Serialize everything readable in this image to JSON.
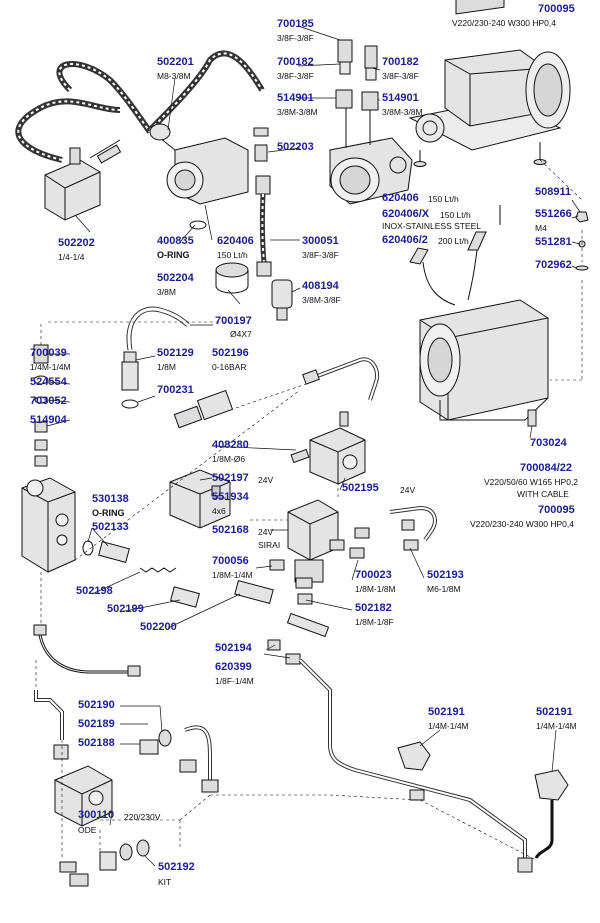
{
  "colors": {
    "code": "#1a1f8f",
    "line": "#111111",
    "part_fill": "#e4e4e4",
    "part_dark": "#bdbdbd"
  },
  "labels": {
    "700095_top": {
      "code": "700095",
      "sub": "V220/230-240 W300 HP0,4"
    },
    "700185": {
      "code": "700185",
      "sub": "3/8F-3/8F"
    },
    "502201": {
      "code": "502201",
      "sub": "M8-3/8M"
    },
    "700182_a": {
      "code": "700182",
      "sub": "3/8F-3/8F"
    },
    "700182_b": {
      "code": "700182",
      "sub": "3/8F-3/8F"
    },
    "514901_a": {
      "code": "514901",
      "sub": "3/8M-3/8M"
    },
    "514901_b": {
      "code": "514901",
      "sub": "3/8M-3/8M"
    },
    "502203": {
      "code": "502203"
    },
    "620406_top": {
      "code": "620406",
      "sub": "150 Lt/h"
    },
    "620406x": {
      "code": "620406/X",
      "sub": "150 Lt/h",
      "sub2": "INOX-STAINLESS STEEL"
    },
    "620406_2": {
      "code": "620406/2",
      "sub": "200 Lt/h"
    },
    "508911": {
      "code": "508911"
    },
    "551266": {
      "code": "551266",
      "sub": "M4"
    },
    "551281": {
      "code": "551281"
    },
    "702962": {
      "code": "702962"
    },
    "502202": {
      "code": "502202",
      "sub": "1/4-1/4"
    },
    "400835": {
      "code": "400835",
      "sub": "O-RING"
    },
    "620406_mid": {
      "code": "620406",
      "sub": "150 Lt/h"
    },
    "300051": {
      "code": "300051",
      "sub": "3/8F-3/8F"
    },
    "502204": {
      "code": "502204",
      "sub": "3/8M"
    },
    "408194": {
      "code": "408194",
      "sub": "3/8M-3/8F"
    },
    "700197": {
      "code": "700197",
      "sub": "Ø4X7"
    },
    "700039": {
      "code": "700039",
      "sub": "1/4M-1/4M"
    },
    "524554": {
      "code": "524554"
    },
    "703052": {
      "code": "703052"
    },
    "514904": {
      "code": "514904"
    },
    "502129": {
      "code": "502129",
      "sub": "1/8M"
    },
    "502196": {
      "code": "502196",
      "sub": "0-16BAR"
    },
    "700231": {
      "code": "700231"
    },
    "408280": {
      "code": "408280",
      "sub": "1/8M-Ø6"
    },
    "502197": {
      "code": "502197",
      "sub": "24V"
    },
    "551934": {
      "code": "551934",
      "sub": "4x6"
    },
    "502195": {
      "code": "502195",
      "sub": "24V"
    },
    "530138": {
      "code": "530138",
      "sub": "O-RING"
    },
    "502133": {
      "code": "502133"
    },
    "502168": {
      "code": "502168",
      "sub": "24V",
      "sub2": "SIRAI"
    },
    "700056": {
      "code": "700056",
      "sub": "1/8M-1/4M"
    },
    "700023": {
      "code": "700023",
      "sub": "1/8M-1/8M"
    },
    "502193": {
      "code": "502193",
      "sub": "M6-1/8M"
    },
    "502182": {
      "code": "502182",
      "sub": "1/8M-1/8F"
    },
    "502198": {
      "code": "502198"
    },
    "502199": {
      "code": "502199"
    },
    "502200": {
      "code": "502200"
    },
    "502194": {
      "code": "502194"
    },
    "620399": {
      "code": "620399",
      "sub": "1/8F-1/4M"
    },
    "703024": {
      "code": "703024"
    },
    "700084_22": {
      "code": "700084/22",
      "sub": "V220/50/60 W165 HP0,2",
      "sub2": "WITH CABLE"
    },
    "700095_mid": {
      "code": "700095",
      "sub": "V220/230-240 W300 HP0,4"
    },
    "502190": {
      "code": "502190"
    },
    "502189": {
      "code": "502189"
    },
    "502188": {
      "code": "502188"
    },
    "502191_a": {
      "code": "502191",
      "sub": "1/4M-1/4M"
    },
    "502191_b": {
      "code": "502191",
      "sub": "1/4M-1/4M"
    },
    "300110": {
      "code": "300110",
      "sub": "220/230V",
      "sub2": "ODE"
    },
    "502192": {
      "code": "502192",
      "sub": "KIT"
    }
  }
}
